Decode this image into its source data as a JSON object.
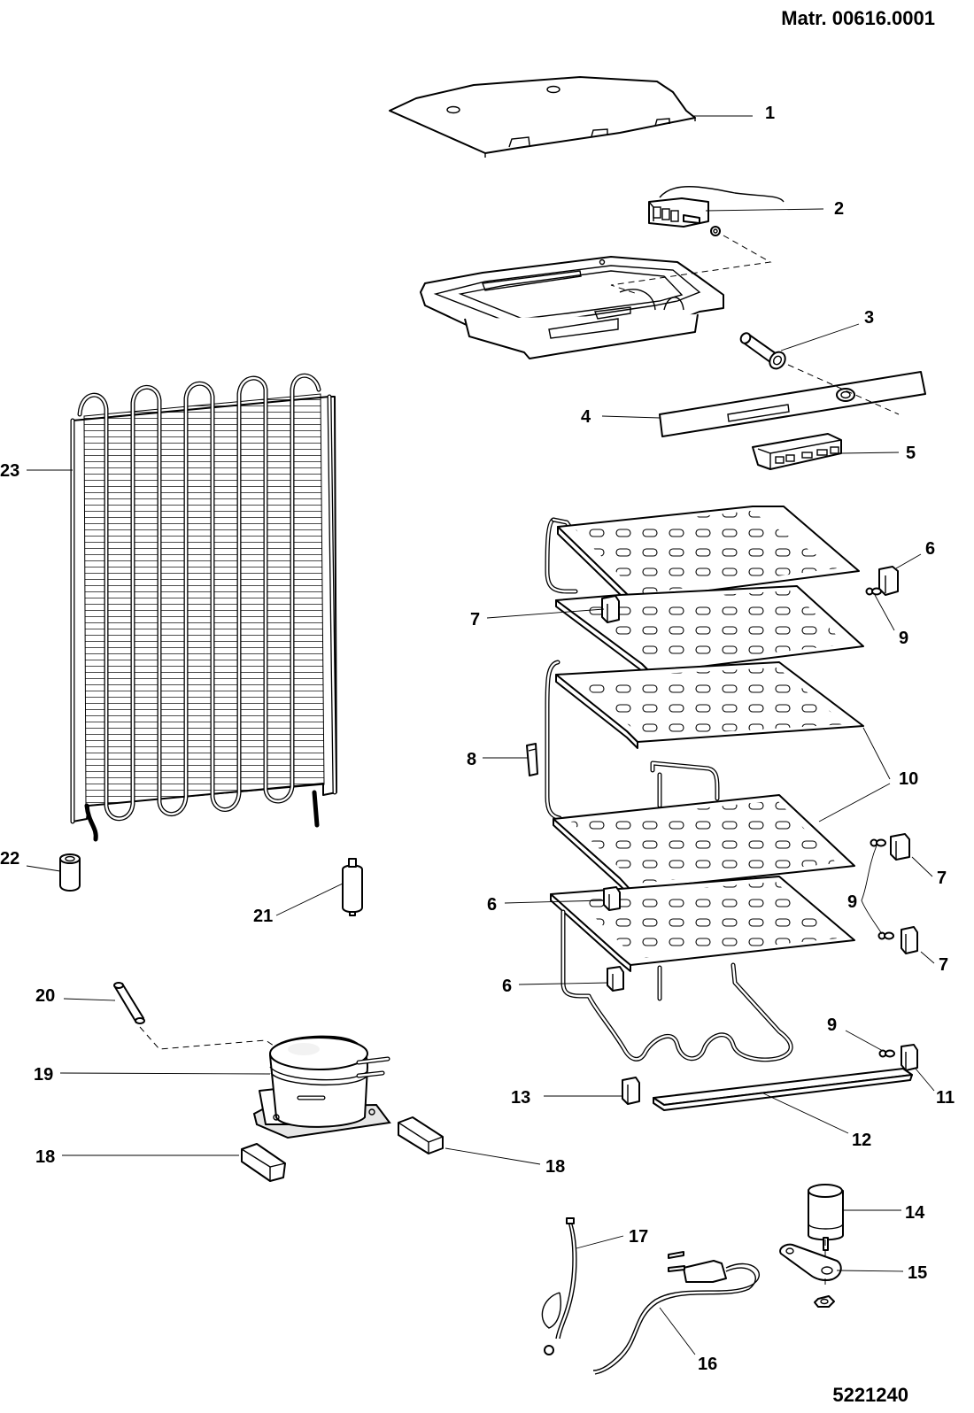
{
  "header": {
    "matr": "Matr. 00616.0001"
  },
  "footer": {
    "drawing_number": "5221240"
  },
  "callouts": {
    "c1": "1",
    "c2": "2",
    "c3": "3",
    "c4": "4",
    "c5": "5",
    "c6a": "6",
    "c6b": "6",
    "c6c": "6",
    "c7a": "7",
    "c7b": "7",
    "c7c": "7",
    "c8": "8",
    "c9a": "9",
    "c9b": "9",
    "c9c": "9",
    "c10": "10",
    "c11": "11",
    "c12": "12",
    "c13": "13",
    "c14": "14",
    "c15": "15",
    "c16": "16",
    "c17": "17",
    "c18a": "18",
    "c18b": "18",
    "c19": "19",
    "c20": "20",
    "c21": "21",
    "c22": "22",
    "c23": "23"
  }
}
